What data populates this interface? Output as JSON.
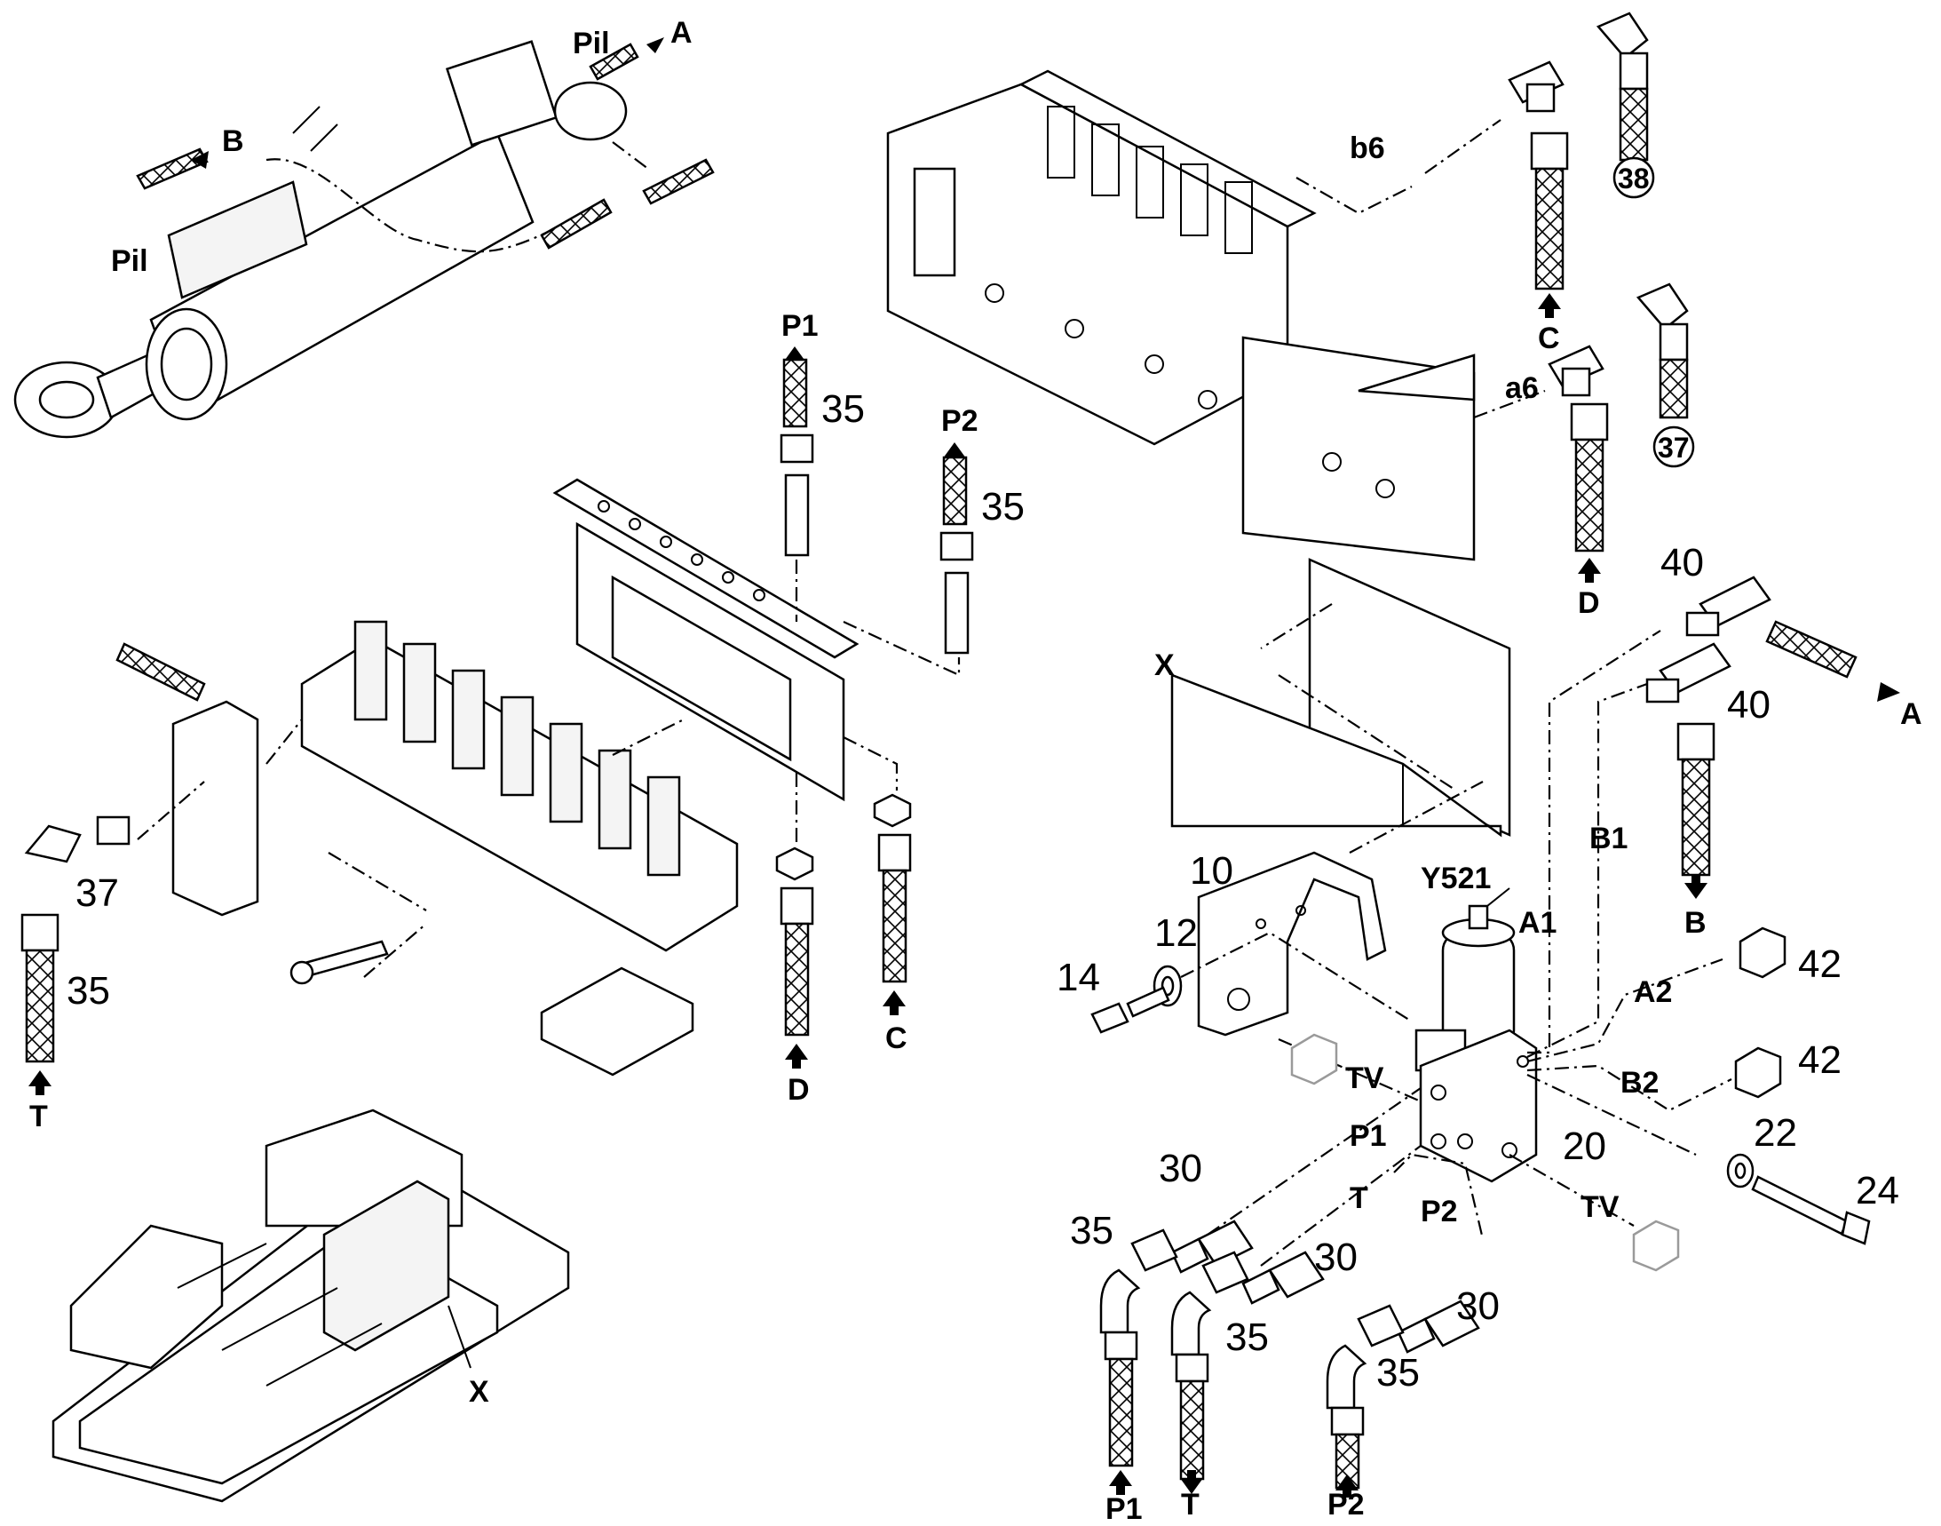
{
  "labels": {
    "pil_top": "Pil",
    "pil_left": "Pil",
    "port_a_cyl": "A",
    "port_b_cyl": "B",
    "p1_top": "P1",
    "p2_top": "P2",
    "n35_p1": "35",
    "n35_p2": "35",
    "b6": "b6",
    "a6": "a6",
    "c_valve": "C",
    "d_valve": "D",
    "n38": "38",
    "n37_circle": "37",
    "n40_top": "40",
    "n40_bottom": "40",
    "a_right": "A",
    "b_right": "B",
    "x_frame": "X",
    "x_bottom": "X",
    "n37_left": "37",
    "n35_left": "35",
    "t_left": "T",
    "d_bottom": "D",
    "c_bottom": "C",
    "n10": "10",
    "n12": "12",
    "n14": "14",
    "y521": "Y521",
    "a1": "A1",
    "b1": "B1",
    "a2": "A2",
    "b2": "B2",
    "n42_top": "42",
    "n42_bottom": "42",
    "tv_top": "TV",
    "tv_bottom": "TV",
    "p1_line": "P1",
    "t_line": "T",
    "p2_line": "P2",
    "n20": "20",
    "n22": "22",
    "n24": "24",
    "n30_a": "30",
    "n30_b": "30",
    "n30_c": "30",
    "n35_a": "35",
    "n35_b": "35",
    "n35_c": "35",
    "p1_out": "P1",
    "t_out": "T",
    "p2_out": "P2"
  }
}
